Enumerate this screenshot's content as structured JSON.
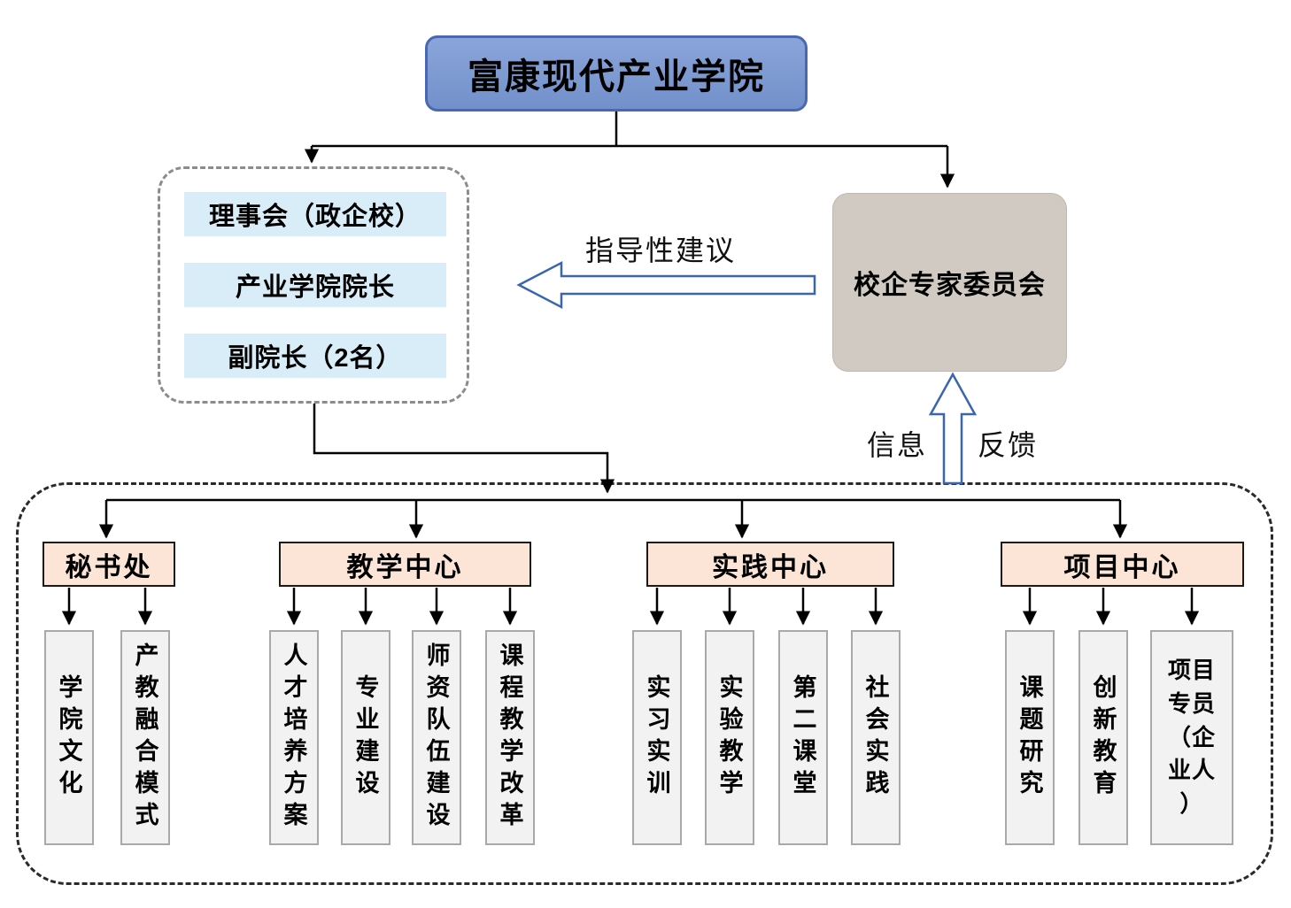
{
  "root": {
    "title": "富康现代产业学院"
  },
  "leadership": {
    "items": [
      "理事会（政企校）",
      "产业学院院长",
      "副院长（2名）"
    ]
  },
  "committee": {
    "label": "校企专家委员会"
  },
  "annotations": {
    "guidance": "指导性建议",
    "feedback_left": "信息",
    "feedback_right": "反馈"
  },
  "departments": [
    {
      "label": "秘书处",
      "children": [
        "学院文化",
        "产教融合模式"
      ]
    },
    {
      "label": "教学中心",
      "children": [
        "人才培养方案",
        "专业建设",
        "师资队伍建设",
        "课程教学改革"
      ]
    },
    {
      "label": "实践中心",
      "children": [
        "实习实训",
        "实验教学",
        "第二课堂",
        "社会实践"
      ]
    },
    {
      "label": "项目中心",
      "children": [
        "课题研究",
        "创新教育",
        "项目专员（企业人）"
      ]
    }
  ],
  "colors": {
    "root_fill": "#7E9DD3",
    "root_border": "#4A68B0",
    "leadership_fill": "#D8EDF7",
    "committee_fill": "#D1CAC2",
    "dept_fill": "#FCE4D6",
    "sub_fill": "#F2F2F2",
    "hollow_arrow_stroke": "#3A66AE",
    "connector": "#000000"
  }
}
